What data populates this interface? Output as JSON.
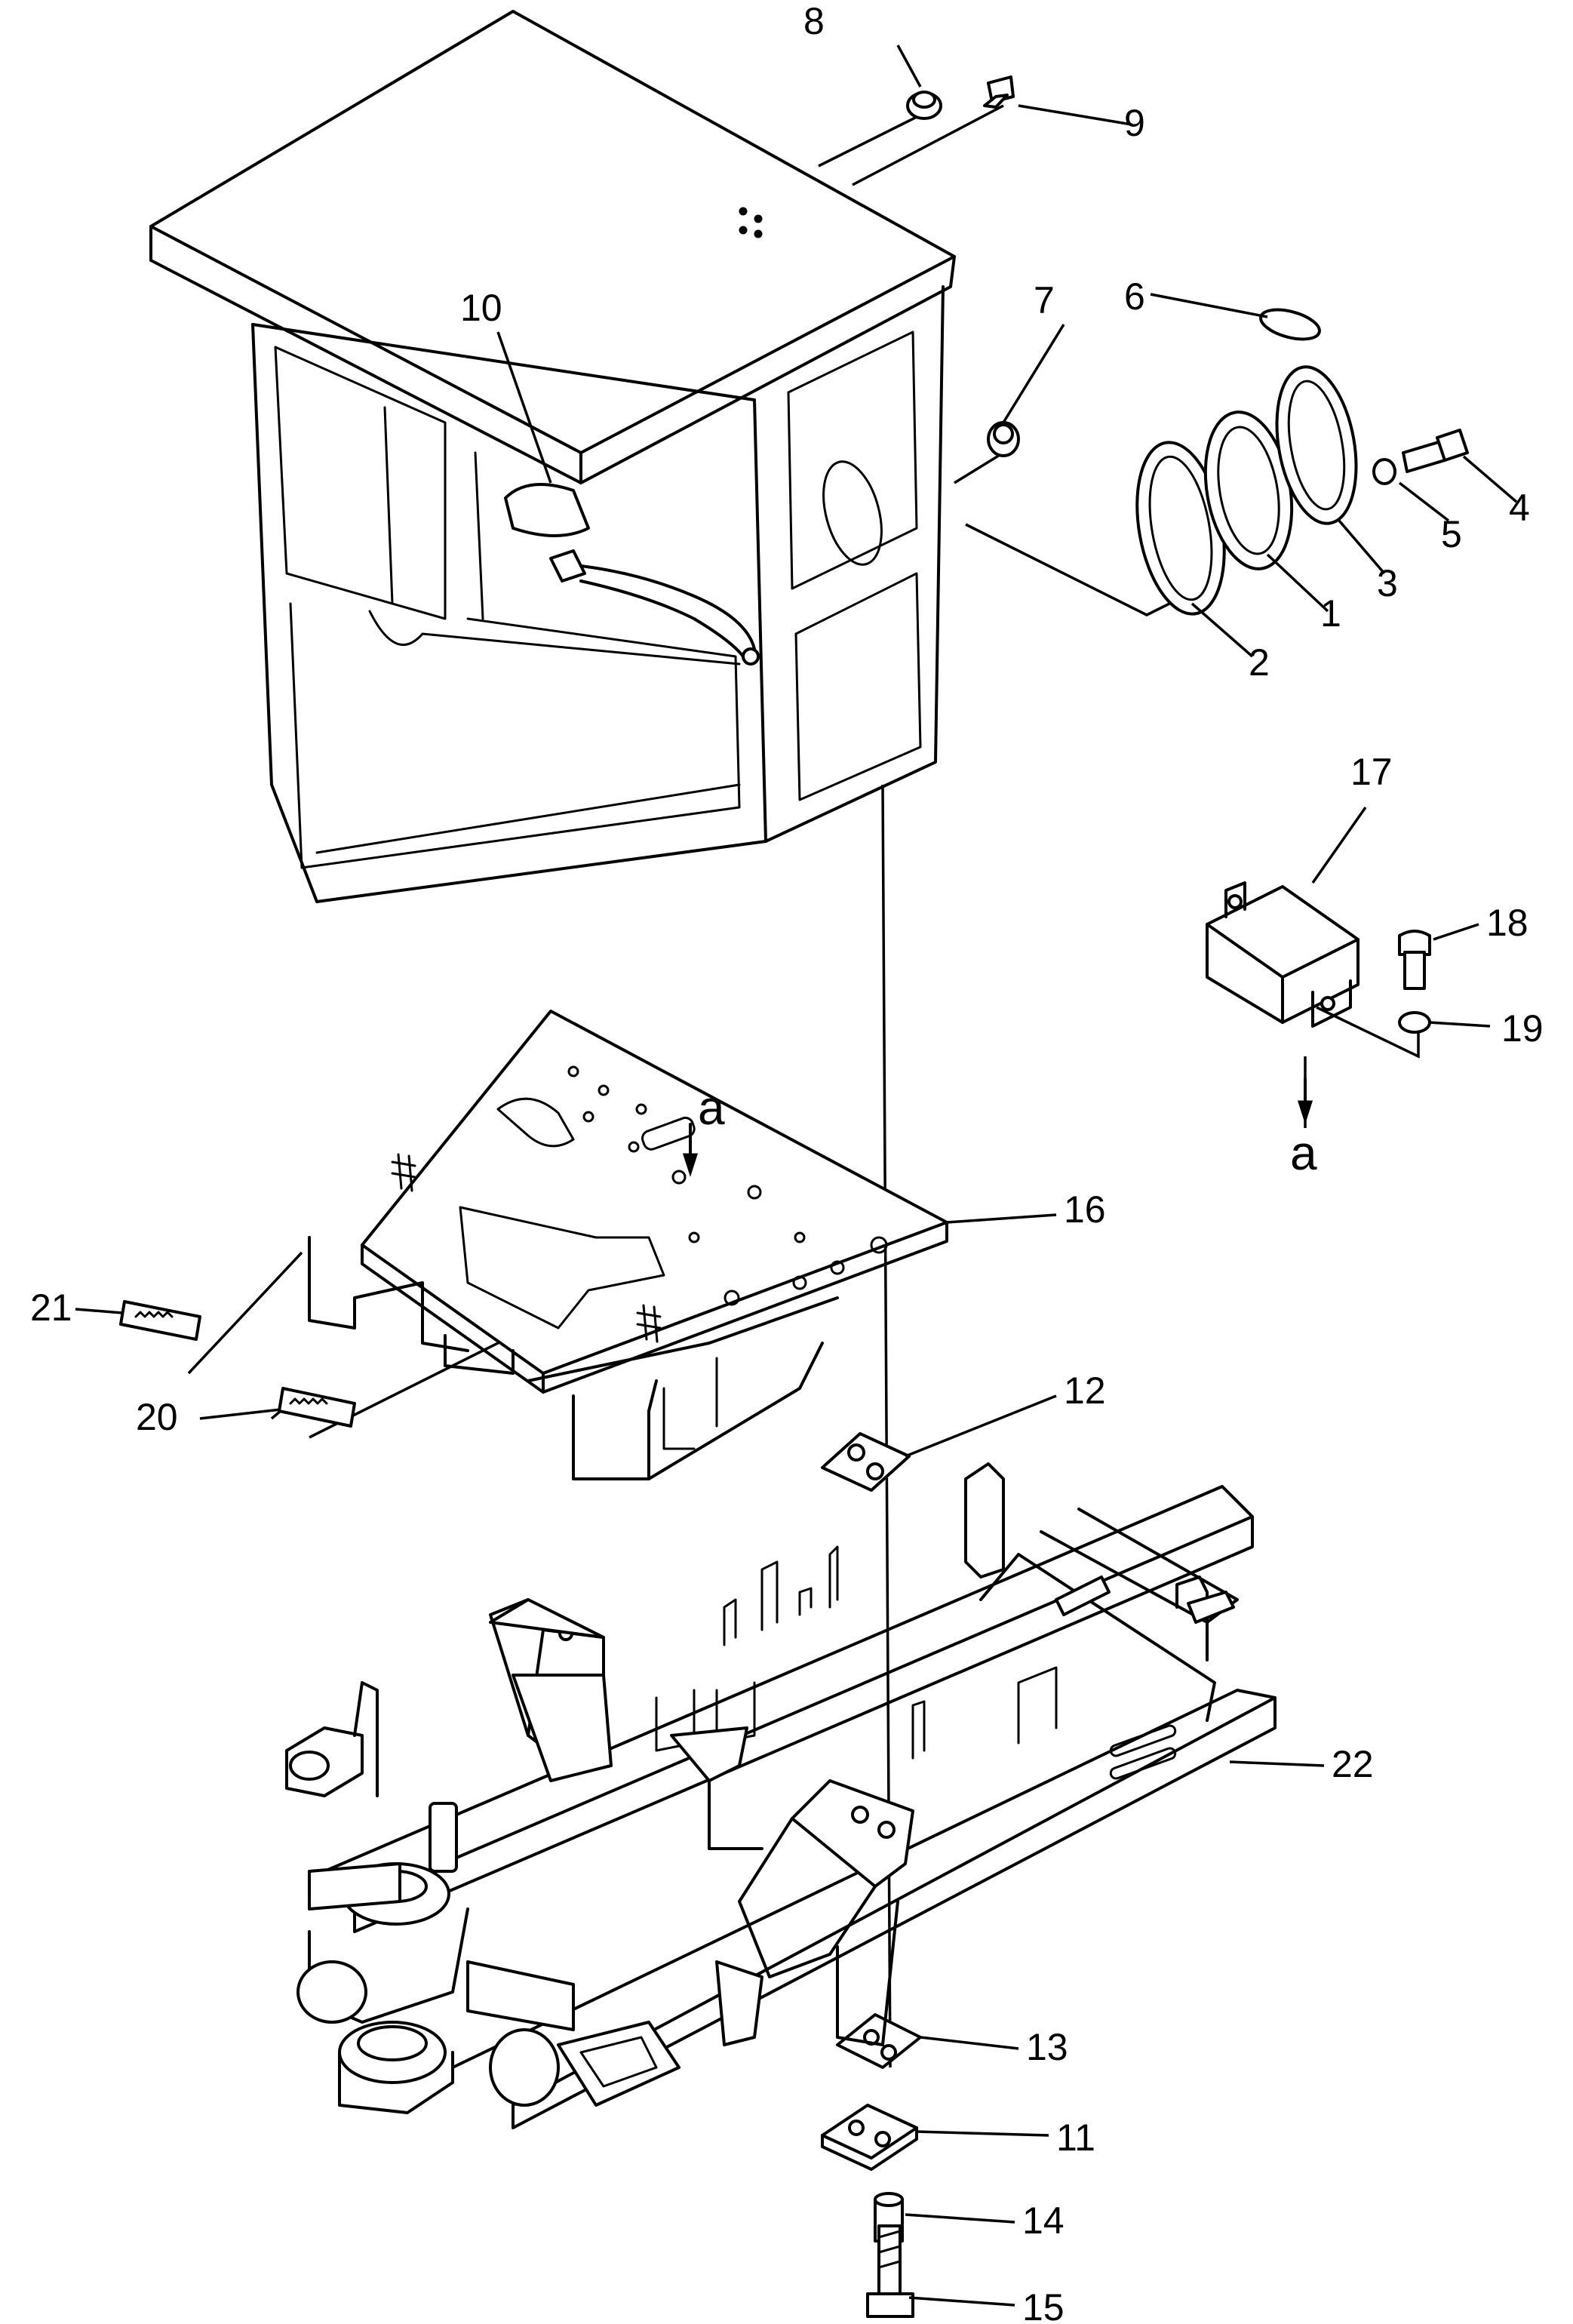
{
  "parts": [
    {
      "id": "part-1",
      "number": "1"
    },
    {
      "id": "part-2",
      "number": "2"
    },
    {
      "id": "part-3",
      "number": "3"
    },
    {
      "id": "part-4",
      "number": "4"
    },
    {
      "id": "part-5",
      "number": "5"
    },
    {
      "id": "part-6",
      "number": "6"
    },
    {
      "id": "part-7",
      "number": "7"
    },
    {
      "id": "part-8",
      "number": "8"
    },
    {
      "id": "part-9",
      "number": "9"
    },
    {
      "id": "part-10",
      "number": "10"
    },
    {
      "id": "part-11",
      "number": "11"
    },
    {
      "id": "part-12",
      "number": "12"
    },
    {
      "id": "part-13",
      "number": "13"
    },
    {
      "id": "part-14",
      "number": "14"
    },
    {
      "id": "part-15",
      "number": "15"
    },
    {
      "id": "part-16",
      "number": "16"
    },
    {
      "id": "part-17",
      "number": "17"
    },
    {
      "id": "part-18",
      "number": "18"
    },
    {
      "id": "part-19",
      "number": "19"
    },
    {
      "id": "part-20",
      "number": "20"
    },
    {
      "id": "part-21",
      "number": "21"
    },
    {
      "id": "part-22",
      "number": "22"
    }
  ],
  "references": {
    "view_a_on_floor": "a",
    "view_a_on_bracket": "a"
  }
}
